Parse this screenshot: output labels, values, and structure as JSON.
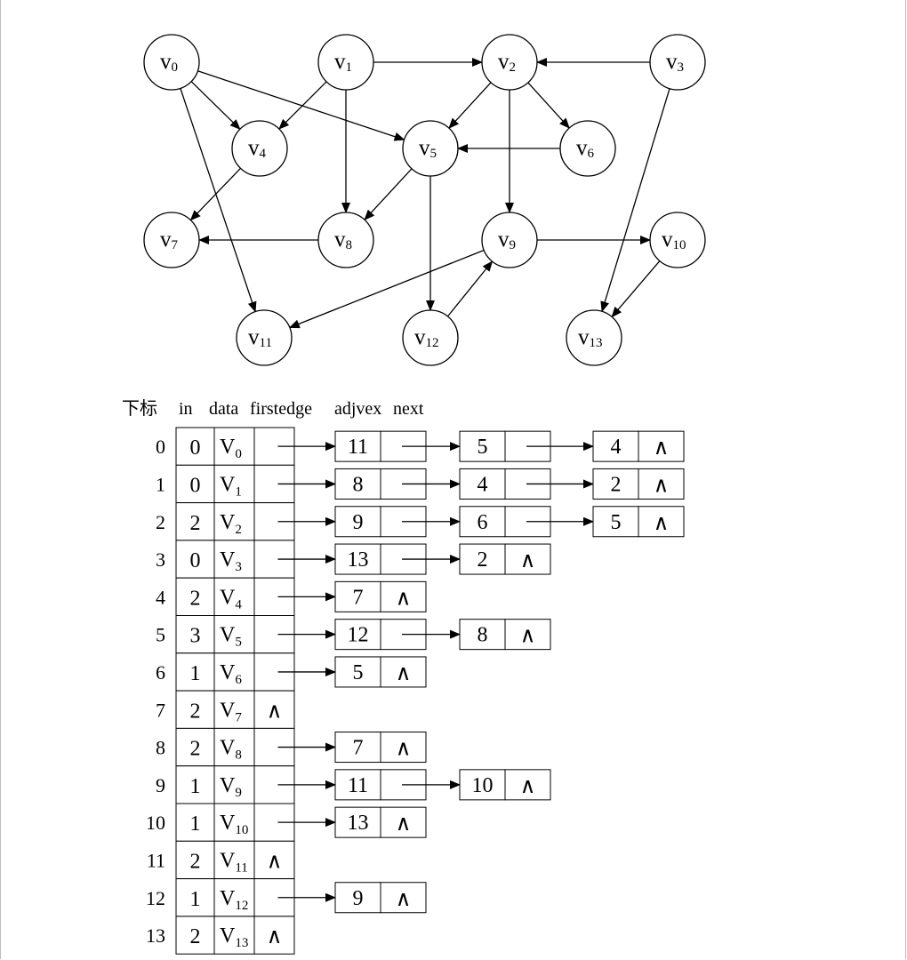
{
  "table_header": {
    "index_label": "下标",
    "columns": [
      "in",
      "data",
      "firstedge",
      "adjvex",
      "next"
    ]
  },
  "null_symbol": "∧",
  "vertices": [
    {
      "id": 0,
      "name": "v0",
      "in": 0,
      "data_letter": "V",
      "data_sub": "0",
      "adj": [
        11,
        5,
        4
      ]
    },
    {
      "id": 1,
      "name": "v1",
      "in": 0,
      "data_letter": "V",
      "data_sub": "1",
      "adj": [
        8,
        4,
        2
      ]
    },
    {
      "id": 2,
      "name": "v2",
      "in": 2,
      "data_letter": "V",
      "data_sub": "2",
      "adj": [
        9,
        6,
        5
      ]
    },
    {
      "id": 3,
      "name": "v3",
      "in": 0,
      "data_letter": "V",
      "data_sub": "3",
      "adj": [
        13,
        2
      ]
    },
    {
      "id": 4,
      "name": "v4",
      "in": 2,
      "data_letter": "V",
      "data_sub": "4",
      "adj": [
        7
      ]
    },
    {
      "id": 5,
      "name": "v5",
      "in": 3,
      "data_letter": "V",
      "data_sub": "5",
      "adj": [
        12,
        8
      ]
    },
    {
      "id": 6,
      "name": "v6",
      "in": 1,
      "data_letter": "V",
      "data_sub": "6",
      "adj": [
        5
      ]
    },
    {
      "id": 7,
      "name": "v7",
      "in": 2,
      "data_letter": "V",
      "data_sub": "7",
      "adj": []
    },
    {
      "id": 8,
      "name": "v8",
      "in": 2,
      "data_letter": "V",
      "data_sub": "8",
      "adj": [
        7
      ]
    },
    {
      "id": 9,
      "name": "v9",
      "in": 1,
      "data_letter": "V",
      "data_sub": "9",
      "adj": [
        11,
        10
      ]
    },
    {
      "id": 10,
      "name": "v10",
      "in": 1,
      "data_letter": "V",
      "data_sub": "10",
      "adj": [
        13
      ]
    },
    {
      "id": 11,
      "name": "v11",
      "in": 2,
      "data_letter": "V",
      "data_sub": "11",
      "adj": []
    },
    {
      "id": 12,
      "name": "v12",
      "in": 1,
      "data_letter": "V",
      "data_sub": "12",
      "adj": [
        9
      ]
    },
    {
      "id": 13,
      "name": "v13",
      "in": 2,
      "data_letter": "V",
      "data_sub": "13",
      "adj": []
    }
  ],
  "graph_edges": [
    [
      0,
      4
    ],
    [
      0,
      5
    ],
    [
      0,
      11
    ],
    [
      1,
      2
    ],
    [
      1,
      4
    ],
    [
      1,
      8
    ],
    [
      2,
      5
    ],
    [
      2,
      6
    ],
    [
      2,
      9
    ],
    [
      3,
      2
    ],
    [
      3,
      13
    ],
    [
      4,
      7
    ],
    [
      5,
      8
    ],
    [
      5,
      12
    ],
    [
      6,
      5
    ],
    [
      8,
      7
    ],
    [
      9,
      10
    ],
    [
      9,
      11
    ],
    [
      10,
      13
    ],
    [
      12,
      9
    ]
  ]
}
